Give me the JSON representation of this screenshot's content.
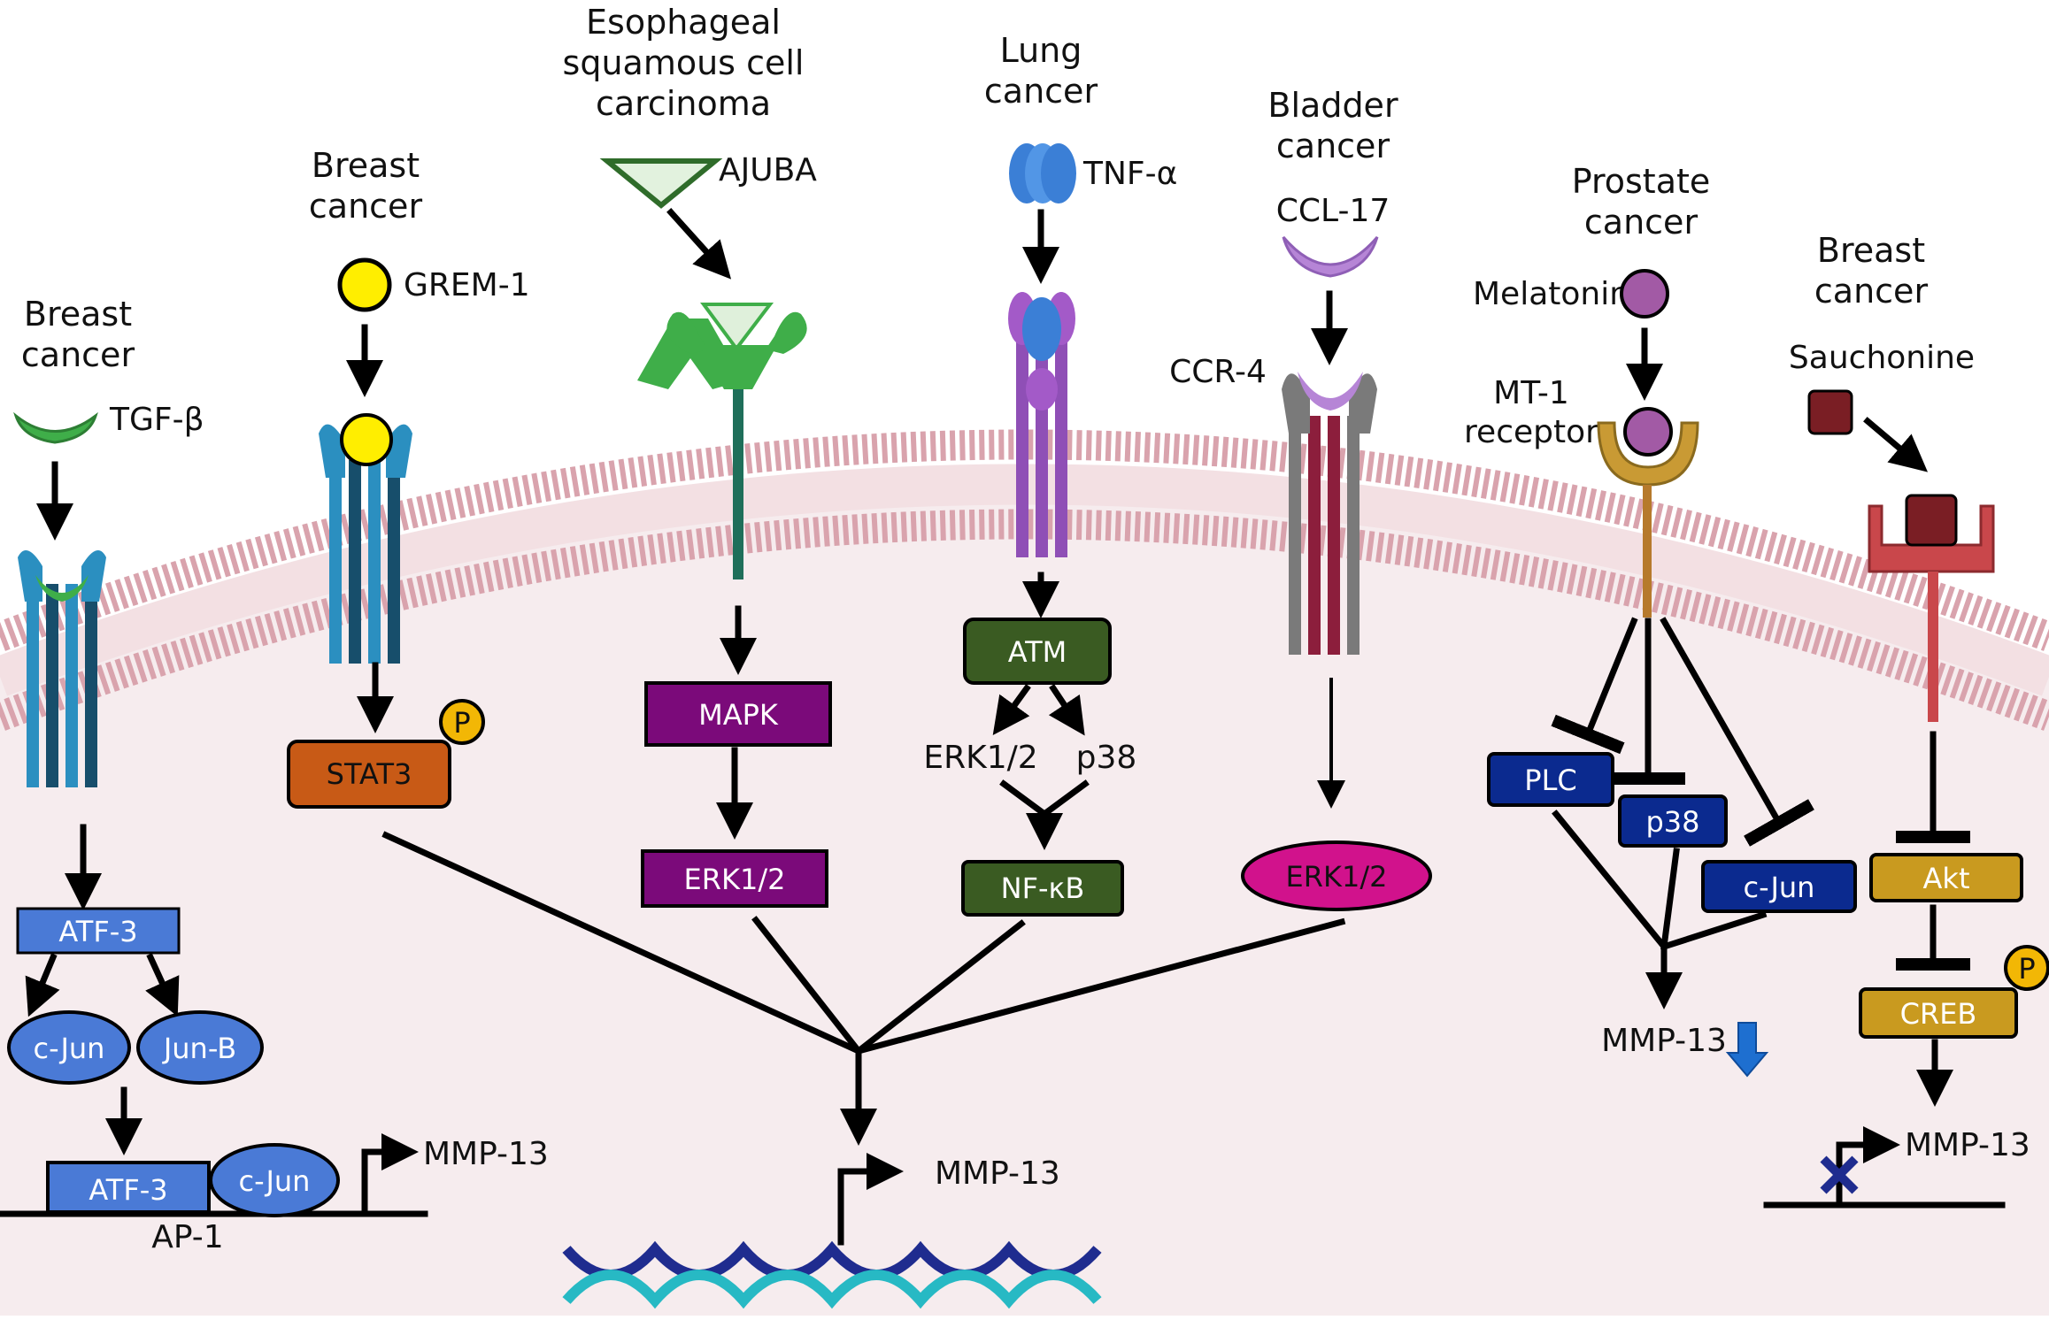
{
  "colors": {
    "membrane_pink": "#d9a3ad",
    "cytoplasm": "#f5eaec",
    "green_ligand": "#3fae49",
    "yellow_ligand": "#ffee00",
    "blue_receptor": "#2b8fc0",
    "dark_blue_receptor": "#174e6b",
    "violet_receptor": "#8f4fb6",
    "grey_receptor": "#7a7a7a",
    "maroon_receptor": "#8c1e3c",
    "gold_receptor": "#c99a34",
    "red_receptor": "#c9474b",
    "stat3_orange": "#c85a16",
    "mapk_purple": "#7b0a7a",
    "atm_green": "#3a5b22",
    "erk_magenta": "#d1128c",
    "navy_box": "#0b2a8f",
    "gold_box": "#c99a1f",
    "atf_blue": "#4a7ad6",
    "phospho_yellow": "#f2b705",
    "dna_navy": "#1f2c8f",
    "dna_teal": "#27b9c4",
    "down_arrow": "#1e6fd0"
  },
  "panel_tgfb": {
    "title_line1": "Breast",
    "title_line2": "cancer",
    "ligand": "TGF-β",
    "atf3": "ATF-3",
    "cjun": "c-Jun",
    "junb": "Jun-B",
    "ap1_atf3": "ATF-3",
    "ap1_cjun": "c-Jun",
    "ap1": "AP-1",
    "target": "MMP-13"
  },
  "panel_grem": {
    "title_line1": "Breast",
    "title_line2": "cancer",
    "ligand": "GREM-1",
    "stat3": "STAT3",
    "phospho": "P"
  },
  "panel_ajuba": {
    "title_line1": "Esophageal",
    "title_line2": "squamous cell",
    "title_line3": "carcinoma",
    "ligand": "AJUBA",
    "mapk": "MAPK",
    "erk": "ERK1/2"
  },
  "panel_tnf": {
    "title_line1": "Lung",
    "title_line2": "cancer",
    "ligand": "TNF-α",
    "atm": "ATM",
    "erk": "ERK1/2",
    "p38": "p38",
    "nfkb": "NF-κB"
  },
  "panel_ccl": {
    "title_line1": "Bladder",
    "title_line2": "cancer",
    "ligand": "CCL-17",
    "receptor": "CCR-4",
    "erk": "ERK1/2"
  },
  "center_target": "MMP-13",
  "panel_mel": {
    "title_line1": "Prostate",
    "title_line2": "cancer",
    "ligand": "Melatonin",
    "receptor_line1": "MT-1",
    "receptor_line2": "receptor",
    "plc": "PLC",
    "p38": "p38",
    "cjun": "c-Jun",
    "target": "MMP-13"
  },
  "panel_sau": {
    "title_line1": "Breast",
    "title_line2": "cancer",
    "ligand": "Sauchonine",
    "akt": "Akt",
    "creb": "CREB",
    "phospho": "P",
    "target": "MMP-13"
  }
}
